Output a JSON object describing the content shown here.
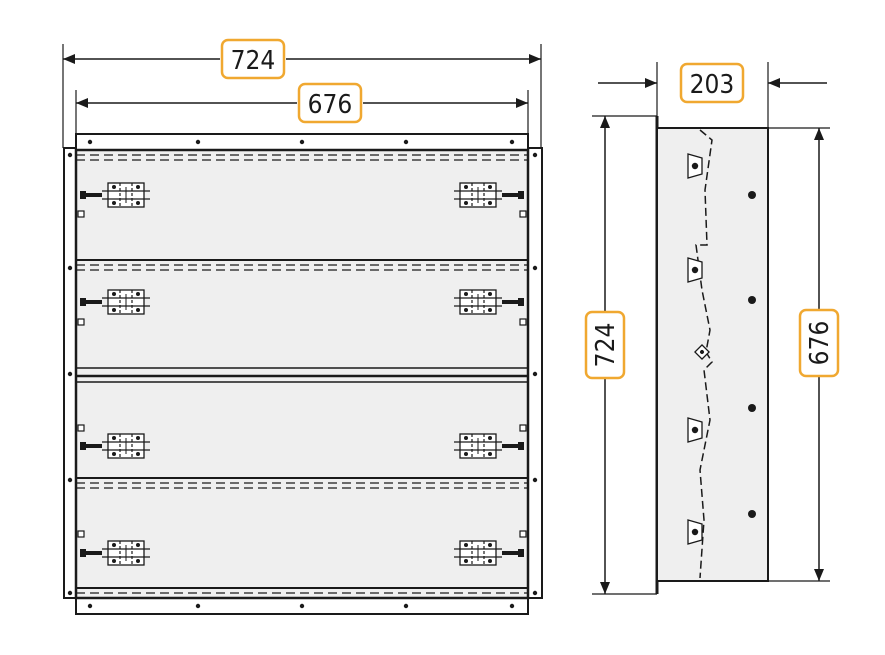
{
  "diagram": {
    "colors": {
      "line": "#1a1a1a",
      "panel_fill": "#efefef",
      "label_border": "#f0a830",
      "label_fill": "#ffffff"
    },
    "front_view": {
      "overall_width": "724",
      "inner_width": "676"
    },
    "side_view": {
      "depth": "203",
      "overall_height": "724",
      "inner_height": "676"
    }
  }
}
